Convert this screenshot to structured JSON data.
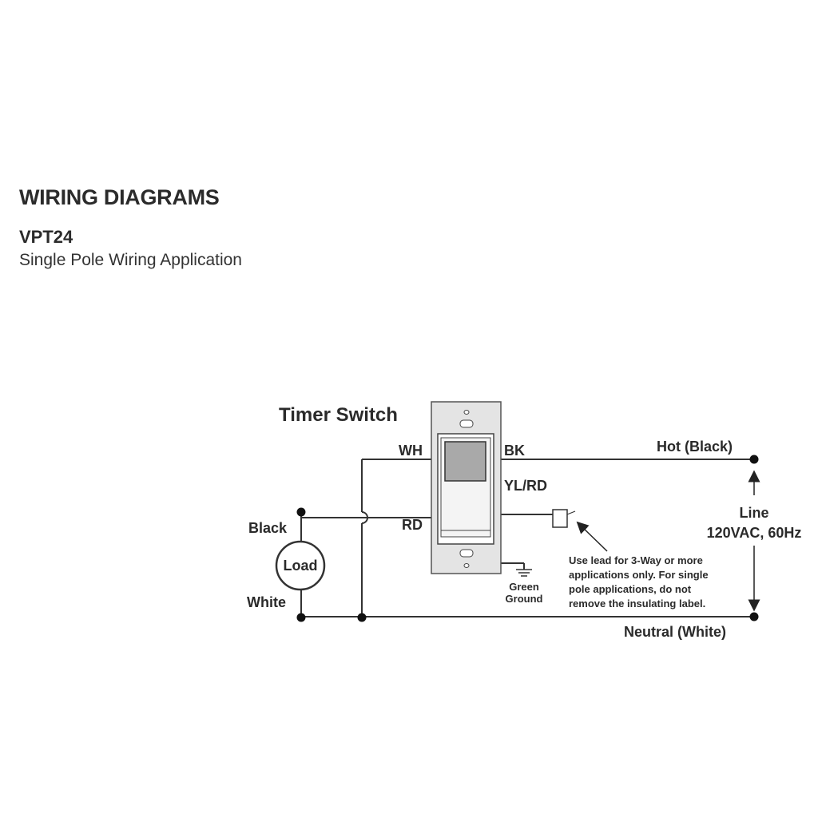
{
  "header": {
    "title": "WIRING DIAGRAMS",
    "model": "VPT24",
    "subtitle": "Single Pole Wiring Application"
  },
  "diagram": {
    "device_label": "Timer Switch",
    "terminals": {
      "wh": "WH",
      "bk": "BK",
      "yl_rd": "YL/RD",
      "rd": "RD"
    },
    "hot_label": "Hot (Black)",
    "neutral_label": "Neutral (White)",
    "line_label": "Line",
    "line_spec": "120VAC, 60Hz",
    "load_label": "Load",
    "load_black": "Black",
    "load_white": "White",
    "ground_line1": "Green",
    "ground_line2": "Ground",
    "note_lines": [
      "Use lead for 3-Way or more",
      "applications only. For single",
      "pole applications, do not",
      "remove the insulating label."
    ]
  }
}
